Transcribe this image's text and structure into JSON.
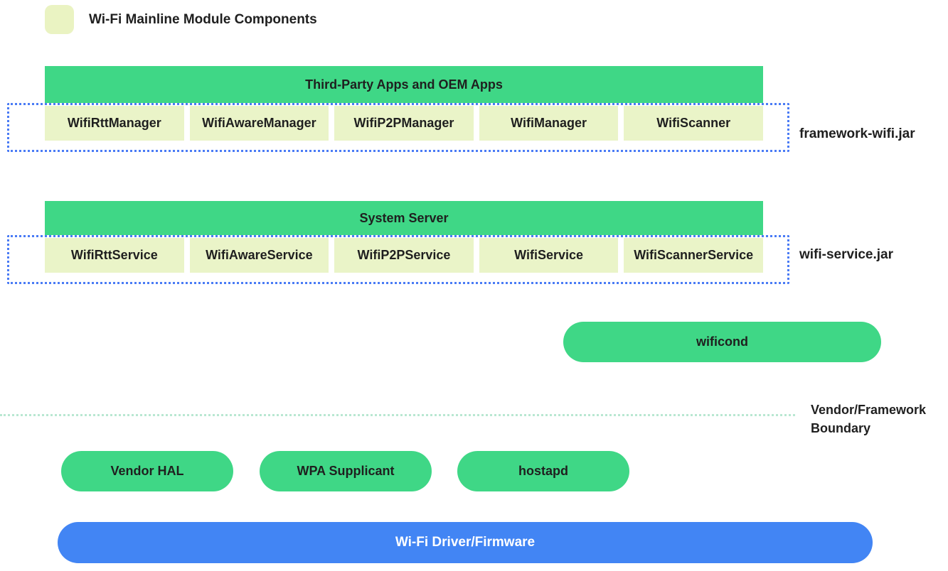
{
  "legend": {
    "label": "Wi-Fi Mainline Module Components"
  },
  "colors": {
    "module_green": "#3fd786",
    "mainline_light": "#eaf4c8",
    "driver_blue": "#4285f4",
    "jar_border_blue": "#4a7bf5",
    "boundary_teal": "#b9e7d2",
    "text": "#1f1f1f"
  },
  "groups": [
    {
      "header": "Third-Party Apps and OEM Apps",
      "jar_label": "framework-wifi.jar",
      "boxes": [
        "WifiRttManager",
        "WifiAwareManager",
        "WifiP2PManager",
        "WifiManager",
        "WifiScanner"
      ]
    },
    {
      "header": "System Server",
      "jar_label": "wifi-service.jar",
      "boxes": [
        "WifiRttService",
        "WifiAwareService",
        "WifiP2PService",
        "WifiService",
        "WifiScannerService"
      ]
    }
  ],
  "pills": {
    "wificond": "wificond",
    "vendor_hal": "Vendor HAL",
    "wpa_supplicant": "WPA Supplicant",
    "hostapd": "hostapd"
  },
  "boundary": {
    "label": "Vendor/Framework Boundary"
  },
  "driver": {
    "label": "Wi-Fi Driver/Firmware"
  }
}
